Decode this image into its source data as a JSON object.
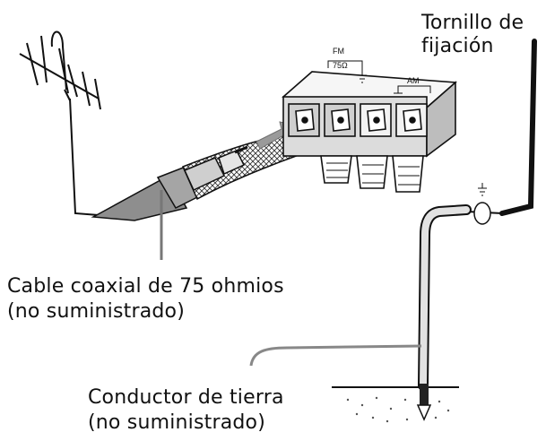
{
  "labels": {
    "screw_line1": "Tornillo de",
    "screw_line2": "fijación",
    "coax_line1": "Cable coaxial de 75 ohmios",
    "coax_line2": "(no suministrado)",
    "ground_line1": "Conductor de tierra",
    "ground_line2": "(no suministrado)"
  },
  "terminals": {
    "fm": "FM",
    "fm_ohm": "75Ω",
    "am": "AM"
  },
  "colors": {
    "ink": "#111111",
    "gray": "#9a9a9a",
    "light_gray": "#d8d8d8"
  }
}
